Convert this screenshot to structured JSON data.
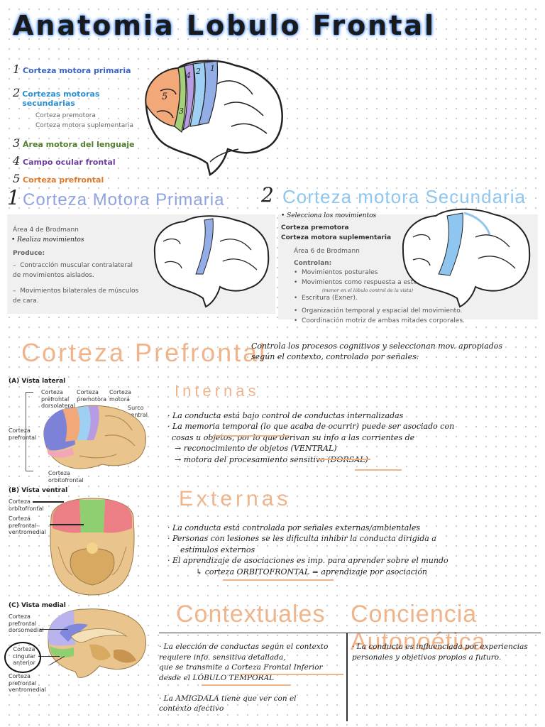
{
  "title": "Anatomia Lobulo Frontal",
  "index": [
    {
      "num": "1",
      "label": "Corteza motora primaria",
      "color": "#3a63c9"
    },
    {
      "num": "2",
      "label": "Cortezas motoras secundarias",
      "color": "#2a8fd0",
      "subs": [
        "Corteza premotora",
        "Corteza motora suplementaria"
      ]
    },
    {
      "num": "3",
      "label": "Área motora del lenguaje",
      "color": "#4f7f2a"
    },
    {
      "num": "4",
      "label": "Campo ocular frontal",
      "color": "#6b3fa0"
    },
    {
      "num": "5",
      "label": "Corteza prefrontal",
      "color": "#e07a2a"
    }
  ],
  "brain_labels": [
    "5",
    "3",
    "4",
    "2",
    "1"
  ],
  "section1": {
    "num": "1",
    "title": "Corteza Motora Primaria",
    "area": "Área 4 de Brodmann",
    "handnote": "• Realiza movimientos",
    "produce_label": "Produce:",
    "items": [
      "Contracción muscular contralateral de movimientos aislados.",
      "Movimientos bilaterales de músculos de cara."
    ]
  },
  "section2": {
    "num": "2",
    "title": "Corteza motora Secundaria",
    "handnote": "• Selecciona los movimientos",
    "lines": [
      "Corteza premotora",
      "Corteza motora suplementaria"
    ],
    "area": "Área 6 de Brodmann",
    "controlan_label": "Controlan:",
    "items": [
      "Movimientos posturales",
      "Movimientos como respuesta a estímulos sensitivos.",
      "Escritura (Exner).",
      "Organización temporal y espacial del movimiento.",
      "Coordinación motriz de ambas mitades corporales."
    ],
    "annot": "(menor en el lóbulo control de la vista)"
  },
  "prefrontal": {
    "title": "Corteza Prefrontal",
    "desc": "Controla los procesos cognitivos y seleccionan mov. apropiados según el contexto, controlado por señales:"
  },
  "figure": {
    "a_title": "(A) Vista lateral",
    "a_labels": [
      "Corteza prefrontal dorsolateral",
      "Corteza premotora",
      "Corteza motora",
      "Surco central",
      "Corteza prefrontal",
      "Corteza orbitofrontal"
    ],
    "b_title": "(B) Vista ventral",
    "b_labels": [
      "Corteza orbitofrontal",
      "Corteza prefrontal-ventromedial"
    ],
    "c_title": "(C) Vista medial",
    "c_labels": [
      "Corteza prefrontal dorsomedial",
      "Corteza cingular anterior",
      "Corteza prefrontal ventromedial"
    ]
  },
  "internas": {
    "title": "Internas",
    "lines": [
      "· La conducta está bajo control de conductas internalizadas",
      "· La memoria temporal (lo que acaba de ocurrir) puede ser asociado con",
      "cosas u objetos, por lo que derivan su info a las corrientes de",
      "→ reconocimiento de objetos (VENTRAL)",
      "→ motora del procesamiento sensitivo (DORSAL)"
    ]
  },
  "externas": {
    "title": "Externas",
    "lines": [
      "· La conducta está controlada por señales externas/ambientales",
      "· Personas con lesiones se les dificulta inhibir la conducta dirigida a",
      "estímulos externos",
      "· El aprendizaje de asociaciones es imp. para aprender sobre el mundo",
      "↳ corteza ORBITOFRONTAL = aprendizaje por asociación"
    ]
  },
  "contextuales": {
    "title": "Contextuales",
    "lines": [
      "· La elección de conductas según el contexto",
      "requiere info. sensitiva detallada,",
      "que se transmite a Corteza Frontal Inferior",
      "desde el LÓBULO TEMPORAL",
      "· La AMIGDALA tiene que ver con el",
      "contexto afectivo"
    ]
  },
  "autonoetica": {
    "title": "Conciencia Autonoética",
    "sup": "ética",
    "lines": [
      "· La conducta es influenciada por experiencias",
      "personales y objetivos propios a futuro."
    ]
  },
  "colors": {
    "title_glow": "#4a8cf0",
    "motor_primary": "#3a63c9",
    "motor_secondary": "#8ec6f0",
    "orange": "#f0b48b",
    "prefrontal": "#e07a2a"
  }
}
